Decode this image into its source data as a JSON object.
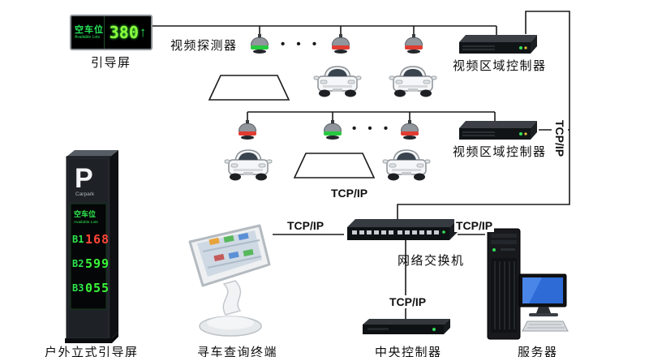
{
  "colors": {
    "line": "#1a1a1a",
    "vacant_green": "#27c93f",
    "occupied_red": "#e03c31",
    "led_green": "#39f539",
    "led_red": "#ff4538"
  },
  "led_sign": {
    "title_cn": "空车位",
    "title_en": "Available Lots",
    "value": "380",
    "arrow": "↑",
    "caption": "引导屏"
  },
  "detector_caption": "视频探测器",
  "dots": "• • •",
  "detectors": {
    "row1": [
      {
        "state": "vacant",
        "style": "background:#27c93f"
      },
      {
        "state": "occupied",
        "style": "background:#e03c31"
      },
      {
        "state": "occupied",
        "style": "background:#e03c31"
      }
    ],
    "row2": [
      {
        "state": "occupied",
        "style": "background:#e03c31"
      },
      {
        "state": "vacant",
        "style": "background:#27c93f"
      },
      {
        "state": "occupied",
        "style": "background:#e03c31"
      }
    ]
  },
  "controller1_caption": "视频区域控制器",
  "controller2_caption": "视频区域控制器",
  "tcp": {
    "right_vertical": "TCP/IP",
    "above_switch": "TCP/IP",
    "left_of_switch": "TCP/IP",
    "right_of_switch": "TCP/IP",
    "below_switch": "TCP/IP"
  },
  "switch_caption": "网络交换机",
  "pillar": {
    "letter": "P",
    "brand": "Carpark",
    "title_cn": "空车位",
    "title_en": "Available Lots",
    "rows": [
      {
        "level": "B1",
        "value": "168",
        "style": "fill:#ff4538"
      },
      {
        "level": "B2",
        "value": "599",
        "style": "fill:#39f539"
      },
      {
        "level": "B3",
        "value": "055",
        "style": "fill:#39f539"
      }
    ],
    "caption": "户外立式引导屏"
  },
  "kiosk_caption": "寻车查询终端",
  "central_controller_caption": "中央控制器",
  "server_caption": "服务器"
}
